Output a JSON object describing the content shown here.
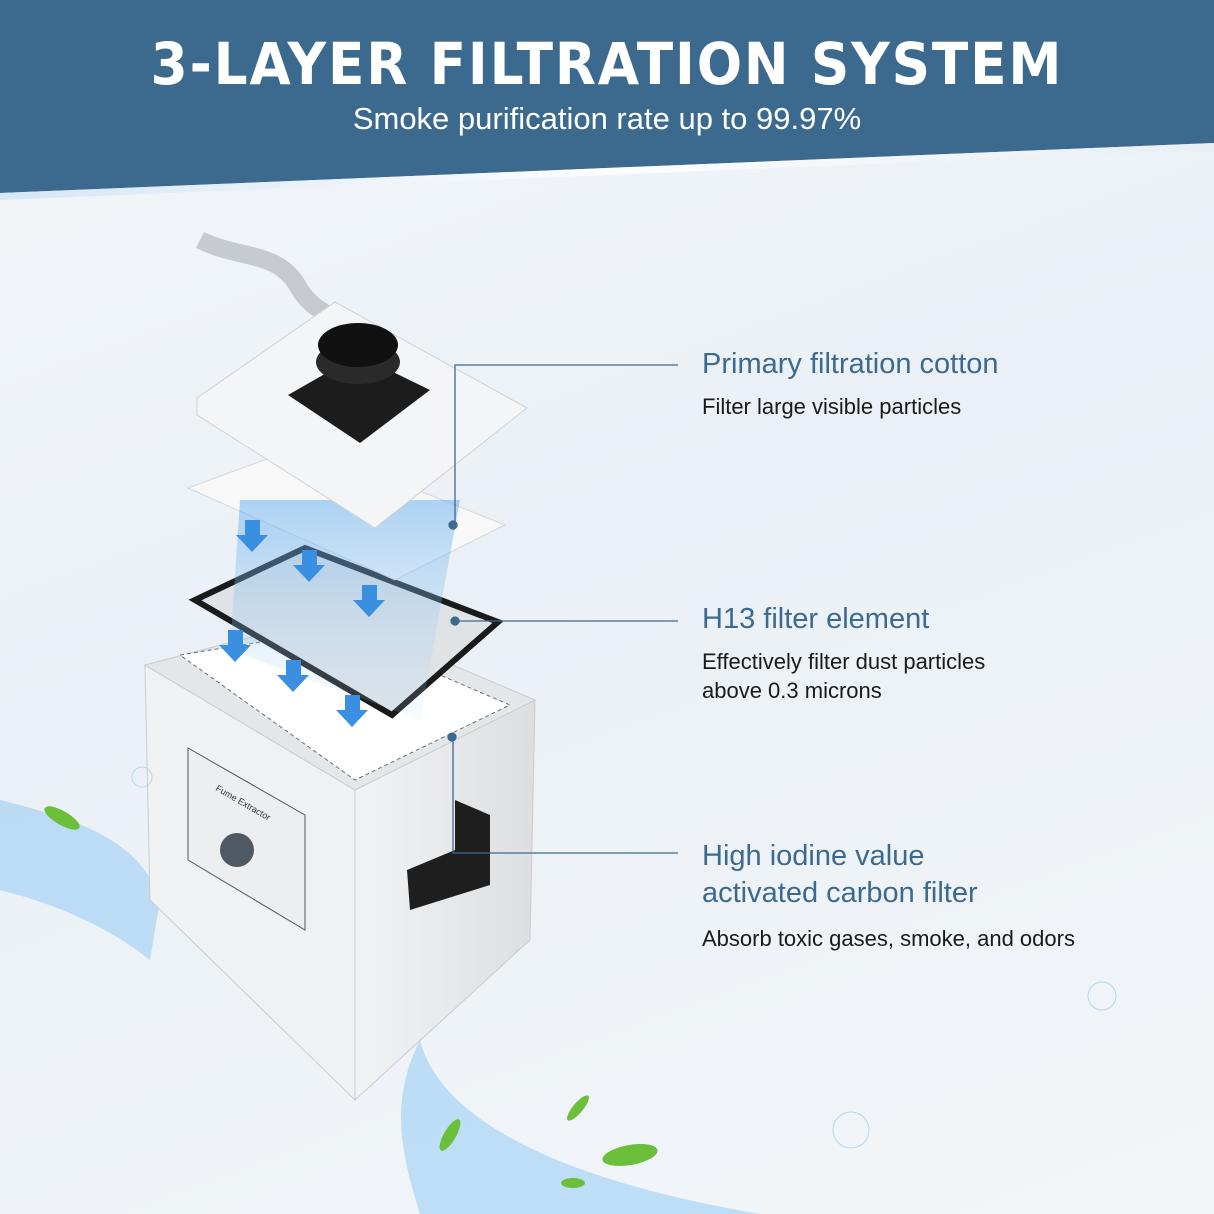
{
  "header": {
    "title": "3-LAYER FILTRATION SYSTEM",
    "subtitle": "Smoke purification rate up to 99.97%",
    "background_color": "#3c6a8f"
  },
  "product": {
    "panel_label": "Fume Extractor"
  },
  "callouts": [
    {
      "title_lines": [
        "Primary filtration cotton"
      ],
      "desc_lines": [
        "Filter large visible particles"
      ]
    },
    {
      "title_lines": [
        "H13 filter element"
      ],
      "desc_lines": [
        "Effectively filter dust particles",
        "above 0.3 microns"
      ]
    },
    {
      "title_lines": [
        "High iodine value",
        "activated carbon filter"
      ],
      "desc_lines": [
        "Absorb toxic gases, smoke, and odors"
      ]
    }
  ],
  "colors": {
    "accent": "#3c6a8f",
    "airflow": "#4a9be0",
    "leaf": "#6cbf3a"
  }
}
